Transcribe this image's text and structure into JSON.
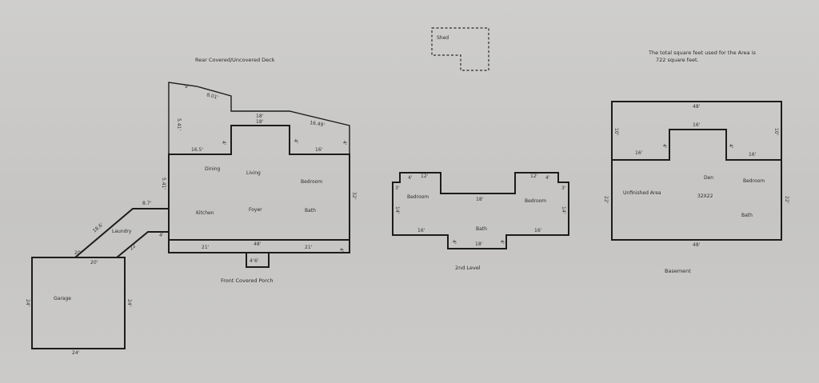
{
  "captions": {
    "rear_deck": "Rear Covered/Uncovered Deck",
    "shed": "Shed",
    "note_line1": "The total square feet used for the Area is",
    "note_line2": "722 square feet.",
    "front_porch": "Front Covered Porch",
    "second_level": "2nd Level",
    "basement": "Basement"
  },
  "main_floor": {
    "rooms": {
      "dining": "Dining",
      "living": "Living",
      "bedroom": "Bedroom",
      "kitchen": "Kitchen",
      "foyer": "Foyer",
      "bath": "Bath",
      "laundry": "Laundry",
      "garage": "Garage"
    },
    "dims": {
      "deck_top_a": "9'",
      "deck_top_b": "8.01'",
      "deck_left": "5.41'",
      "deck_mid_a": "18'",
      "deck_mid_b": "18'",
      "deck_right": "16.49'",
      "deck_16_5": "16.5'",
      "deck_4a": "4'",
      "deck_4b": "4'",
      "deck_16": "16'",
      "deck_4c": "4'",
      "wall_5": "5.41'",
      "wall_8_7": "8.7'",
      "wall_32": "32'",
      "laundry_diag": "18.6'",
      "laundry_22": "22'",
      "laundry_20": "20'",
      "porch_4": "4'",
      "front_21a": "21'",
      "front_48": "48'",
      "front_21b": "21'",
      "front_4": "4'",
      "porch_inner": "6'",
      "porch_4b": "4'",
      "garage_top": "20'",
      "garage_left": "24'",
      "garage_right": "24'",
      "garage_bottom": "24'"
    }
  },
  "second_level": {
    "rooms": {
      "bedroom_left": "Bedroom",
      "bedroom_right": "Bedroom",
      "bath": "Bath"
    },
    "dims": {
      "top_left_4": "4'",
      "top_left_12": "12'",
      "top_left_3": "3'",
      "top_right_12": "12'",
      "top_right_4": "4'",
      "top_right_3": "3'",
      "mid_18": "18'",
      "left_14": "14'",
      "right_14": "14'",
      "bottom_16a": "16'",
      "bottom_4a": "4'",
      "bottom_18": "18'",
      "bottom_4b": "4'",
      "bottom_16b": "16'"
    }
  },
  "basement": {
    "rooms": {
      "unfinished": "Unfinished Area",
      "den": "Den",
      "den_size": "32X22",
      "bedroom": "Bedroom",
      "bath": "Bath"
    },
    "dims": {
      "top_48": "48'",
      "inner_16": "16'",
      "left_10": "10'",
      "right_10": "10'",
      "step_16a": "16'",
      "step_4a": "4'",
      "step_4b": "4'",
      "step_16b": "16'",
      "side_left": "22'",
      "side_right": "22'",
      "bottom_48": "48'"
    }
  }
}
